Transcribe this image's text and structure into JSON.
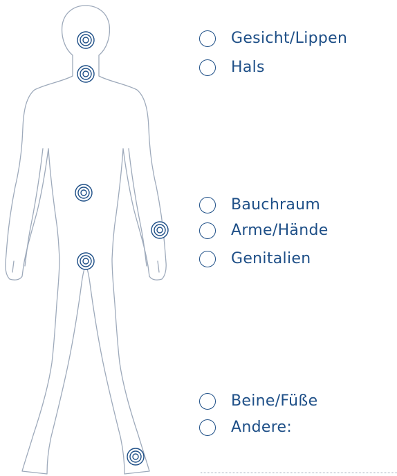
{
  "colors": {
    "accent": "#1e4f87",
    "figure_outline": "#9eaabb",
    "target_ring": "#1e4f87"
  },
  "body_markers": [
    {
      "region": "face",
      "icon": "target-icon"
    },
    {
      "region": "neck",
      "icon": "target-icon"
    },
    {
      "region": "abdomen",
      "icon": "target-icon"
    },
    {
      "region": "arm",
      "icon": "target-icon"
    },
    {
      "region": "genitals",
      "icon": "target-icon"
    },
    {
      "region": "foot",
      "icon": "target-icon"
    }
  ],
  "options": [
    {
      "label": "Gesicht/Lippen",
      "checked": false
    },
    {
      "label": "Hals",
      "checked": false
    },
    {
      "label": "Bauchraum",
      "checked": false
    },
    {
      "label": "Arme/Hände",
      "checked": false
    },
    {
      "label": "Genitalien",
      "checked": false
    },
    {
      "label": "Beine/Füße",
      "checked": false
    },
    {
      "label": "Andere:",
      "checked": false
    }
  ]
}
